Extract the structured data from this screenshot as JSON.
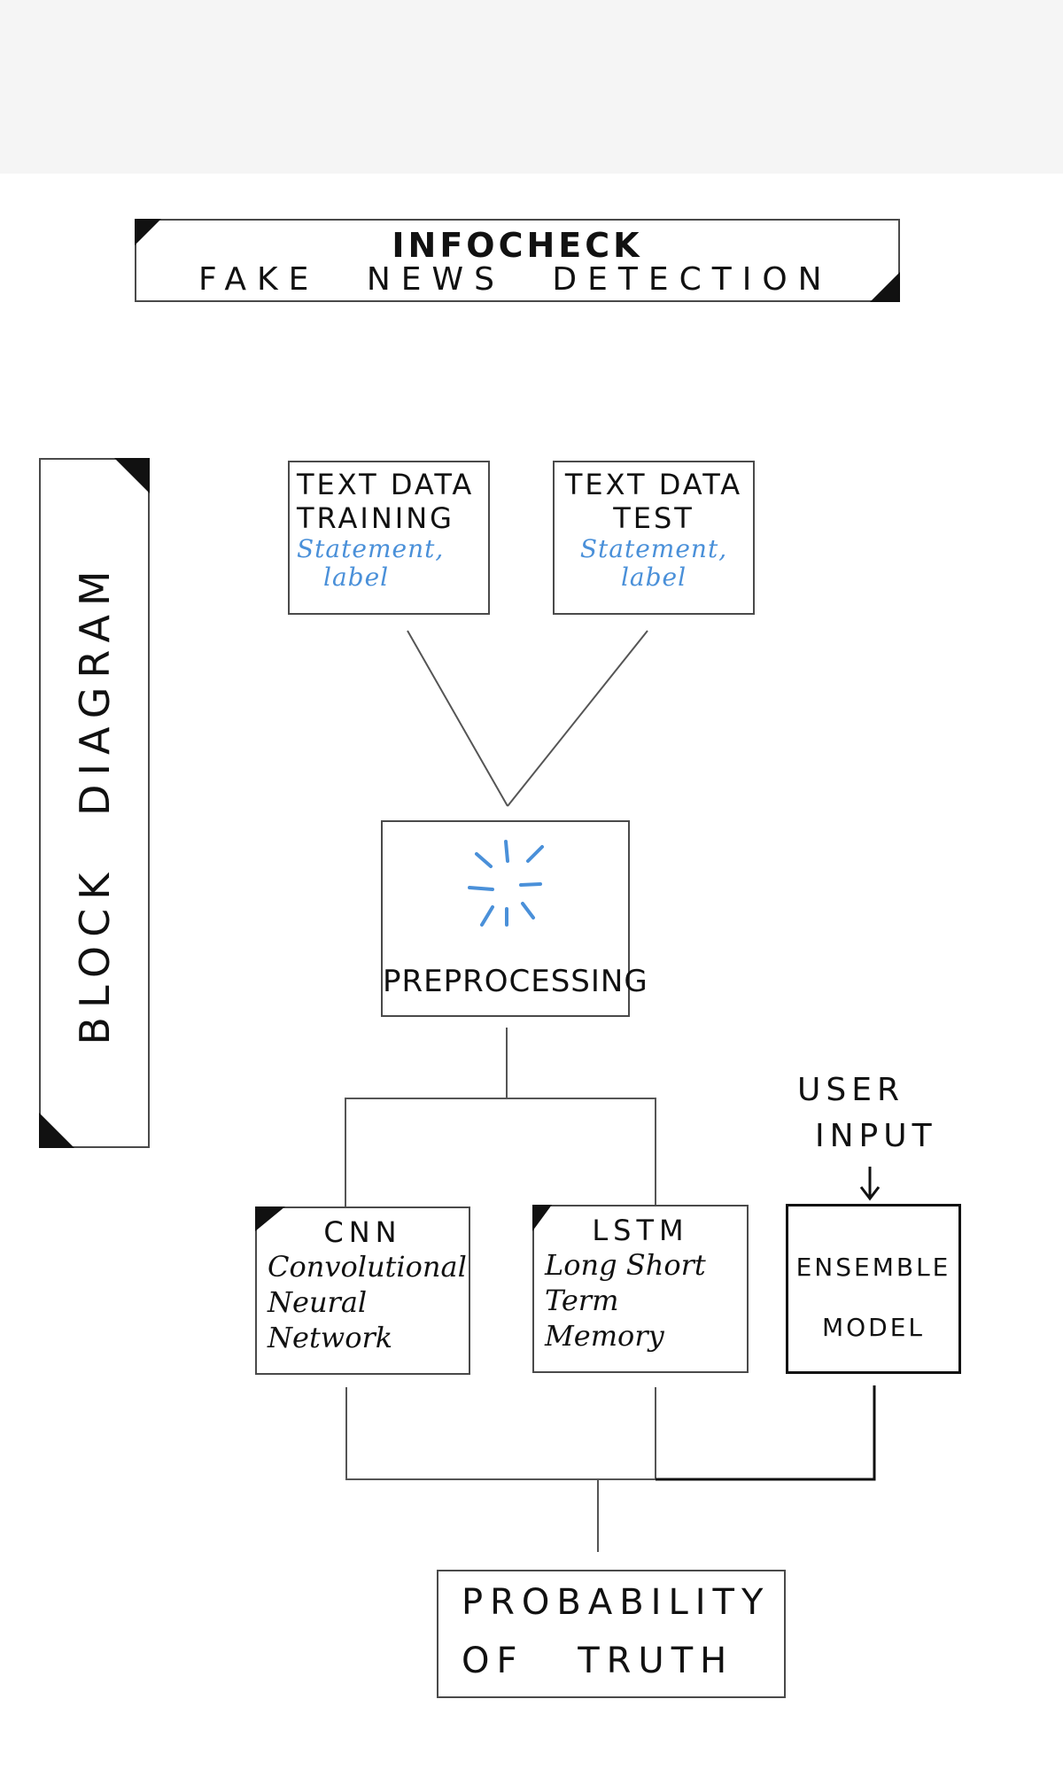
{
  "title": {
    "main": "INFOCHECK",
    "sub": "FAKE NEWS DETECTION"
  },
  "block_label": "BLOCK DIAGRAM",
  "training": {
    "line1": "TEXT DATA",
    "line2": "TRAINING",
    "fields1": "Statement,",
    "fields2": "label"
  },
  "test": {
    "line1": "TEXT DATA",
    "line2": "TEST",
    "fields1": "Statement,",
    "fields2": "label"
  },
  "preprocessing": "PREPROCESSING",
  "cnn": {
    "title": "CNN",
    "line1": "Convolutional",
    "line2": "Neural",
    "line3": "Network"
  },
  "lstm": {
    "title": "LSTM",
    "line1": "Long Short",
    "line2": "Term",
    "line3": "Memory"
  },
  "ensemble": {
    "line1": "ENSEMBLE",
    "line2": "MODEL"
  },
  "user_input": {
    "line1": "USER",
    "line2": "INPUT"
  },
  "output": {
    "line1": "PROBABILITY",
    "line2": "OF TRUTH"
  },
  "colors": {
    "ink": "#111111",
    "box_border": "#4a4a4a",
    "annotation_blue": "#4a90d9",
    "top_band": "#f5f5f5"
  }
}
